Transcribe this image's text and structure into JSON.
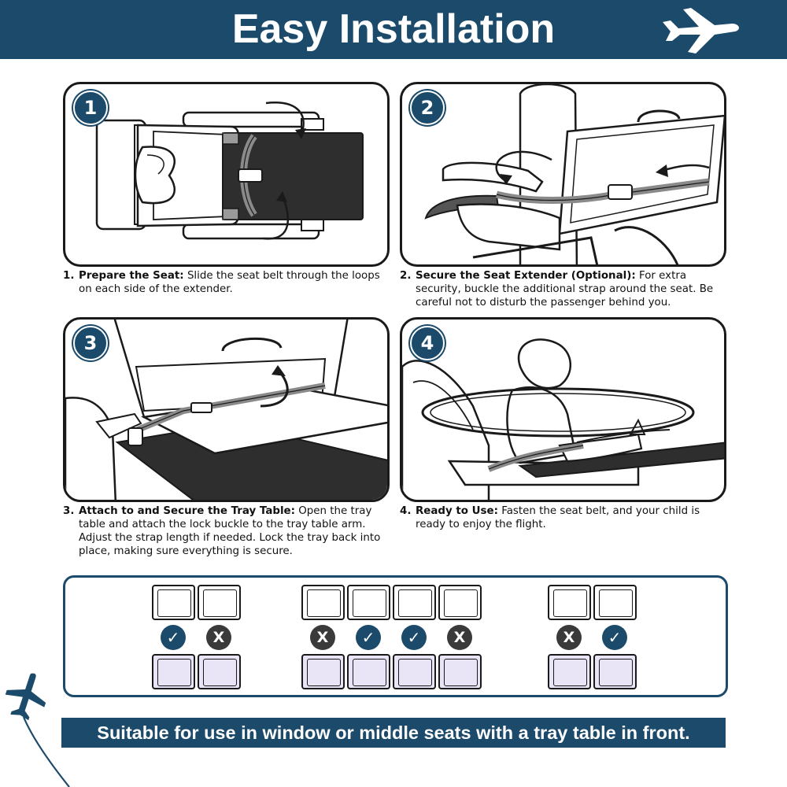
{
  "header": {
    "title": "Easy Installation",
    "icon": "airplane-icon"
  },
  "steps": [
    {
      "number": "1",
      "num_label": "1.",
      "title": "Prepare the Seat:",
      "text": "Slide the seat belt through the loops on each side of the extender."
    },
    {
      "number": "2",
      "num_label": "2.",
      "title": "Secure the Seat Extender (Optional):",
      "text": "For extra security, buckle the additional strap around the seat. Be careful not to disturb the passenger behind you."
    },
    {
      "number": "3",
      "num_label": "3.",
      "title": "Attach to and Secure the Tray Table:",
      "text": "Open the tray table and attach the lock buckle to the tray table arm. Adjust the strap length if needed. Lock the tray back into place, making sure everything is secure."
    },
    {
      "number": "4",
      "num_label": "4.",
      "title": "Ready to Use:",
      "text": "Fasten the seat belt, and your child is ready to enjoy the flight."
    }
  ],
  "seat_groups": [
    {
      "marks": [
        "check",
        "x"
      ]
    },
    {
      "marks": [
        "x",
        "check",
        "check",
        "x"
      ]
    },
    {
      "marks": [
        "x",
        "check"
      ]
    }
  ],
  "symbols": {
    "check": "✓",
    "x": "X"
  },
  "colors": {
    "brand": "#1c4a6b",
    "seat_back": "#e9e5f6",
    "mark_no": "#3a3a3a"
  },
  "footer": {
    "text": "Suitable for use in window or middle seats with a tray table in front."
  }
}
